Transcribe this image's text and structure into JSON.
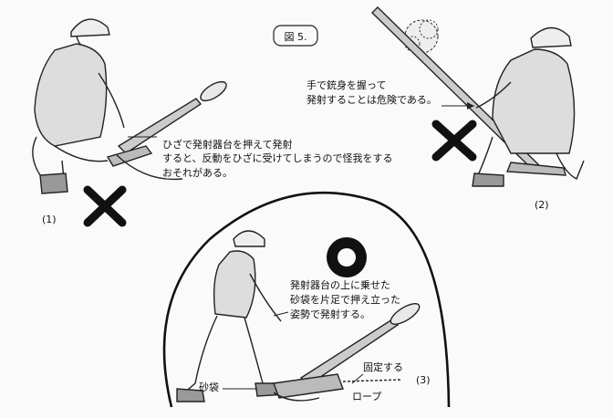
{
  "figure_label": "図 5.",
  "panels": [
    {
      "label": "(1)",
      "caption": [
        "ひざで発射器台を押えて発射",
        "すると、反動をひざに受けてしまうので怪我をする",
        "おそれがある。"
      ],
      "verdict": "wrong"
    },
    {
      "label": "(2)",
      "caption": [
        "手で銃身を握って",
        "発射することは危険である。"
      ],
      "verdict": "wrong"
    },
    {
      "label": "(3)",
      "caption": [
        "発射器台の上に乗せた",
        "砂袋を片足で押え立った",
        "姿勢で発射する。"
      ],
      "verdict": "correct",
      "callouts": {
        "sandbag": "砂袋",
        "fix": "固定する",
        "rope": "ロープ"
      }
    }
  ]
}
